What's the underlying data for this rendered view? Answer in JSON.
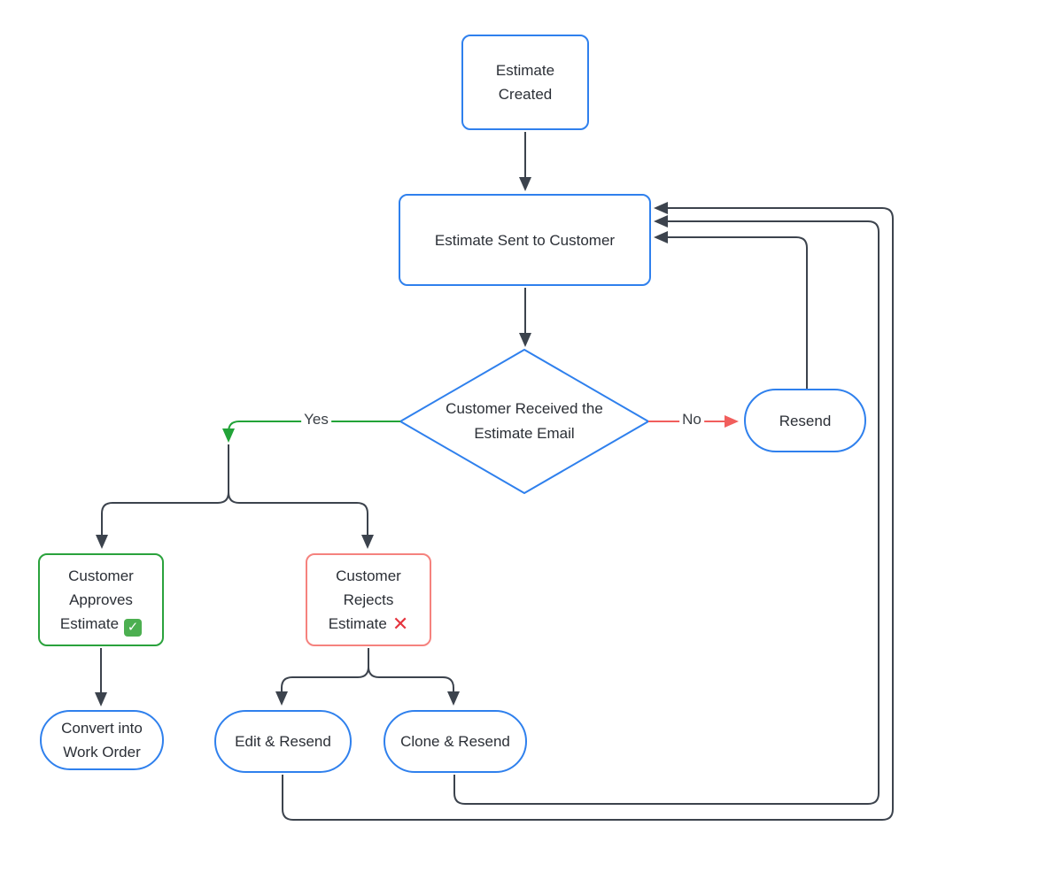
{
  "diagram": {
    "title": "Estimate workflow flowchart",
    "nodes": {
      "estimate_created": {
        "label": "Estimate\nCreated",
        "shape": "rounded-rect",
        "border": "blue"
      },
      "estimate_sent": {
        "label": "Estimate Sent to Customer",
        "shape": "rounded-rect",
        "border": "blue"
      },
      "decision": {
        "label": "Customer Received the\nEstimate Email",
        "shape": "diamond",
        "border": "blue"
      },
      "resend": {
        "label": "Resend",
        "shape": "stadium",
        "border": "blue"
      },
      "customer_approves": {
        "label": "Customer\nApproves\nEstimate",
        "icon": "check",
        "icon_glyph": "✓",
        "shape": "rounded-rect",
        "border": "green"
      },
      "customer_rejects": {
        "label": "Customer\nRejects\nEstimate",
        "icon": "cross",
        "icon_glyph": "✕",
        "shape": "rounded-rect",
        "border": "red"
      },
      "convert_work_order": {
        "label": "Convert into\nWork Order",
        "shape": "stadium",
        "border": "blue"
      },
      "edit_resend": {
        "label": "Edit & Resend",
        "shape": "stadium",
        "border": "blue"
      },
      "clone_resend": {
        "label": "Clone & Resend",
        "shape": "stadium",
        "border": "blue"
      }
    },
    "edge_labels": {
      "yes": "Yes",
      "no": "No"
    },
    "colors": {
      "node_border_blue": "#2f80ed",
      "node_border_green": "#2aa23c",
      "node_border_red": "#f5827e",
      "edge_dark": "#3c434d",
      "edge_green": "#22a338",
      "edge_red": "#f15e5c",
      "text": "#2b2f36",
      "check_badge_bg": "#4caf50",
      "cross_glyph": "#e5343e",
      "background": "#ffffff"
    }
  }
}
